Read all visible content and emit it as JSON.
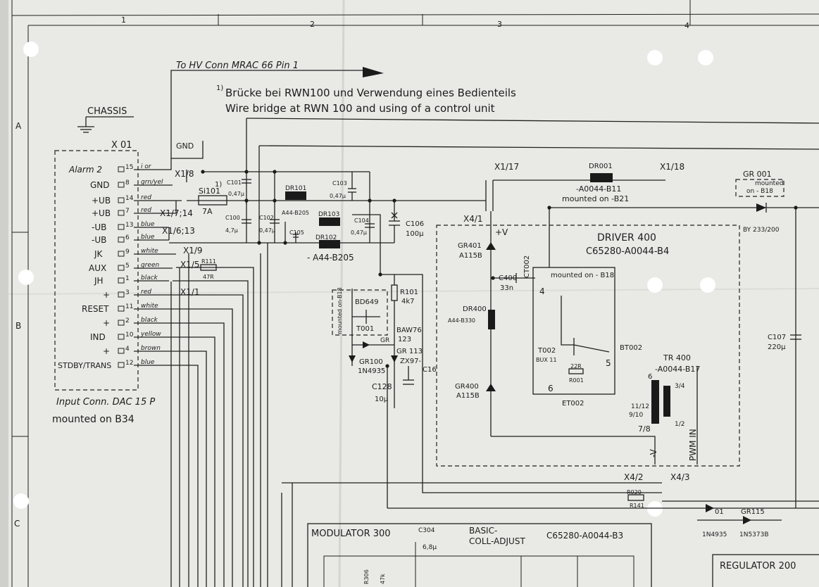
{
  "grid": {
    "columns": [
      "1",
      "2",
      "3",
      "4"
    ],
    "rows": [
      "A",
      "B",
      "C"
    ]
  },
  "header": {
    "hv_note": "To HV Conn MRAC 66 Pin 1",
    "footnote_marker": "1)",
    "footnote_de": "Brücke bei RWN100 und Verwendung eines Bedienteils",
    "footnote_en": "Wire bridge at RWN 100 and using of a control unit"
  },
  "chassis": "CHASSIS",
  "connector": {
    "name": "X 01",
    "caption_line1": "Input Conn. DAC 15 P",
    "caption_line2": "mounted on B34",
    "pins": [
      {
        "label": "Alarm 2",
        "pin": "15",
        "color": "i or"
      },
      {
        "label": "GND",
        "pin": "8",
        "color": "grn/yel"
      },
      {
        "label": "+UB",
        "pin": "14",
        "color": "red"
      },
      {
        "label": "+UB",
        "pin": "7",
        "color": "red"
      },
      {
        "label": "-UB",
        "pin": "13",
        "color": "blue"
      },
      {
        "label": "-UB",
        "pin": "6",
        "color": "blue"
      },
      {
        "label": "JK",
        "pin": "9",
        "color": "white"
      },
      {
        "label": "AUX",
        "pin": "5",
        "color": "green"
      },
      {
        "label": "JH",
        "pin": "1",
        "color": "black"
      },
      {
        "label": "+",
        "pin": "3",
        "color": "red"
      },
      {
        "label": "RESET",
        "pin": "11",
        "color": "white"
      },
      {
        "label": "+",
        "pin": "2",
        "color": "black"
      },
      {
        "label": "IND",
        "pin": "10",
        "color": "yellow"
      },
      {
        "label": "+",
        "pin": "4",
        "color": "brown"
      },
      {
        "label": "STDBY/TRANS",
        "pin": "12",
        "color": "blue"
      }
    ]
  },
  "terminals": {
    "gnd": "GND",
    "x18": "X1/8",
    "x1714": "X1/7;14",
    "x1613": "X1/6;13",
    "x19": "X1/9",
    "x15": "X1/5",
    "x11": "X1/1",
    "x117": "X1/17",
    "x118": "X1/18",
    "x41": "X4/1",
    "x42": "X4/2",
    "x43": "X4/3"
  },
  "parts": {
    "si101": "Si101",
    "fuse": "7A",
    "c101": "C101",
    "c101v": "0,47µ",
    "c100": "C100",
    "c100v": "4,7µ",
    "c102": "C102",
    "c102v": "0,47µ",
    "dr101": "DR101",
    "dr101v": "A44-B205",
    "c105": "C105",
    "dr103": "DR103",
    "dr102": "DR102",
    "dr102v": "- A44-B205",
    "c103": "C103",
    "c103v": "0,47µ",
    "c104": "C104",
    "c104v": "0,47µ",
    "c106": "C106",
    "c106v": "100µ",
    "r111": "R111",
    "r111v": "47R",
    "r101": "R101",
    "r101v": "4k7",
    "bd649": "BD649",
    "t001": "T001",
    "mounted_b18_v": "mounted on-B18",
    "gr": "GR",
    "baw76": "BAW76",
    "baw76v": "123",
    "gr113": "GR 113",
    "zx": "ZX97-",
    "c16": "C16",
    "gr100": "GR100",
    "gr100v": "1N4935",
    "c128": "C128",
    "c128v": "10µ",
    "dr001": "DR001",
    "dr001v": "-A0044-B11",
    "dr001m": "mounted on -B21",
    "gr001": "GR 001",
    "gr001m1": "mounted",
    "gr001m2": "on - B18",
    "by233": "BY 233/200",
    "c107": "C107",
    "c107v": "220µ",
    "r020": "R020",
    "r141": "R141",
    "gr101": "01",
    "gr101v": "1N4935",
    "gr115": "GR115",
    "gr115v": "1N5373B"
  },
  "driver": {
    "title": "DRIVER 400",
    "code": "C65280-A0044-B4",
    "plus_v": "+V",
    "minus_v": "-V",
    "gr401": "GR401",
    "gr401v": "A115B",
    "c400": "C400",
    "c400v": "33n",
    "ct002": "CT002",
    "pin4": "4",
    "mounted": "mounted on - B18",
    "dr400": "DR400",
    "dr400v": "A44-B330",
    "t002": "T002",
    "t002v": "BUX 11",
    "r001v": "22R",
    "r001": "R001",
    "bt002": "BT002",
    "pin5": "5",
    "pin6": "6",
    "et002": "ET002",
    "tr400": "TR 400",
    "tr400v": "-A0044-B17",
    "w6": "6",
    "w34": "3/4",
    "w1112": "11/12",
    "w910": "9/10",
    "w12": "1/2",
    "w78": "7/8",
    "gr400": "GR400",
    "gr400v": "A115B",
    "pwm": "PWM IN"
  },
  "modulator": {
    "title": "MODULATOR 300",
    "c304": "C304",
    "c304v": "6,8µ",
    "basic1": "BASIC-",
    "basic2": "COLL-ADJUST",
    "code": "C65280-A0044-B3",
    "r306": "R306",
    "r306v": "47k"
  },
  "regulator": {
    "title": "REGULATOR 200"
  }
}
